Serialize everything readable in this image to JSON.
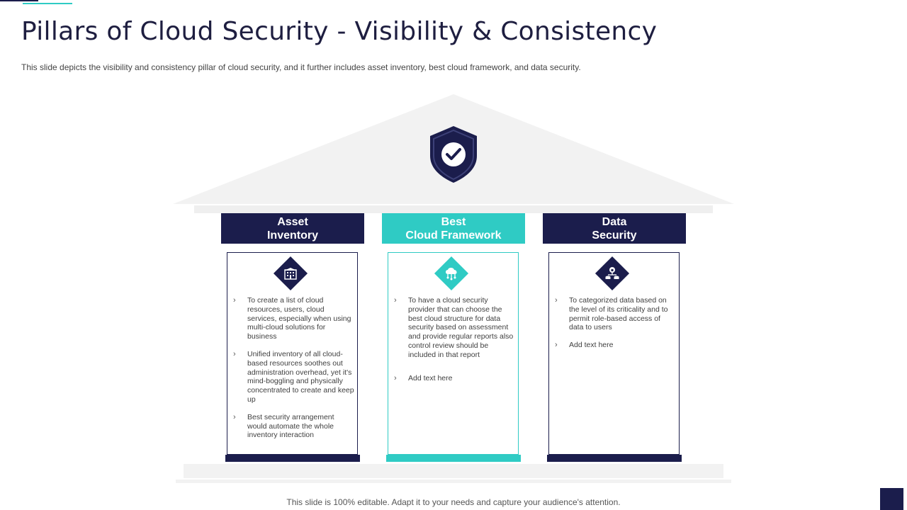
{
  "slide": {
    "title": "Pillars of Cloud Security - Visibility & Consistency",
    "subtitle": "This slide depicts the visibility and consistency pillar of cloud security, and it further includes asset inventory, best cloud framework, and data security.",
    "footer": "This slide is 100% editable. Adapt it to your needs and capture your audience's attention."
  },
  "colors": {
    "navy": "#1b1d4c",
    "teal": "#2fcbc4",
    "light_gray": "#f2f2f2",
    "text": "#404040"
  },
  "roof_icon": "shield-check-icon",
  "pillars": [
    {
      "heading_line1": "Asset",
      "heading_line2": "Inventory",
      "icon": "building-icon",
      "bullets": [
        "To create a list of cloud resources, users, cloud services, especially when using multi-cloud solutions for business",
        "Unified inventory of all cloud-based resources soothes out administration overhead, yet it's mind-boggling and physically concentrated to create and keep up",
        "Best security arrangement would automate the whole inventory interaction"
      ]
    },
    {
      "heading_line1": "Best",
      "heading_line2": "Cloud Framework",
      "icon": "cloud-network-icon",
      "bullets": [
        "To have a cloud security provider that can choose the best cloud structure for data security based on assessment and provide regular reports also control review should be included in that report",
        "Add text here"
      ]
    },
    {
      "heading_line1": "Data",
      "heading_line2": "Security",
      "icon": "data-lock-icon",
      "bullets": [
        "To categorized data based on the level of its criticality and to permit role-based access of data to users",
        "Add text here"
      ]
    }
  ]
}
